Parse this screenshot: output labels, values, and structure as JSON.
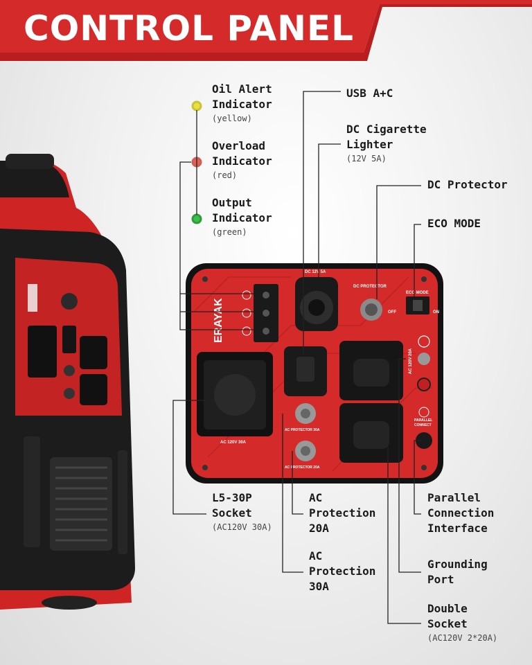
{
  "header": {
    "title": "CONTROL PANEL"
  },
  "callouts": {
    "oil_alert": {
      "title": "Oil Alert\nIndicator",
      "sub": "(yellow)"
    },
    "overload": {
      "title": "Overload\nIndicator",
      "sub": "(red)"
    },
    "output": {
      "title": "Output\nIndicator",
      "sub": "(green)"
    },
    "usb": {
      "title": "USB A+C"
    },
    "dc_lighter": {
      "title": "DC Cigarette\nLighter",
      "sub": "(12V 5A)"
    },
    "dc_protector": {
      "title": "DC Protector"
    },
    "eco_mode": {
      "title": "ECO MODE"
    },
    "l5_30p": {
      "title": "L5-30P\nSocket",
      "sub": "(AC120V 30A)"
    },
    "ac_prot_20": {
      "title": "AC\nProtection\n20A"
    },
    "ac_prot_30": {
      "title": "AC\nProtection\n30A"
    },
    "parallel": {
      "title": "Parallel\nConnection\nInterface"
    },
    "grounding": {
      "title": "Grounding\nPort"
    },
    "double_socket": {
      "title": "Double\nSocket",
      "sub": "(AC120V 2*20A)"
    }
  },
  "panel": {
    "brand": "ERAYAK",
    "dc_label": "DC 12V 5A",
    "dc_protector_label": "DC PROTECTOR",
    "eco_label": "ECO MODE",
    "off": "OFF",
    "on": "ON",
    "socket_30a": "AC 120V 30A",
    "ac_protector_30": "AC PROTECTOR 30A",
    "ac_protector_20": "AC PROTECTOR 20A",
    "ac_20a": "AC 120V 20A",
    "parallel_connect": "PARALLEL\nCONNECT"
  },
  "colors": {
    "brand_red": "#d42a2a",
    "indicator_yellow": "#e8e23a",
    "indicator_red": "#e03a2e",
    "indicator_green": "#3cc04a"
  }
}
